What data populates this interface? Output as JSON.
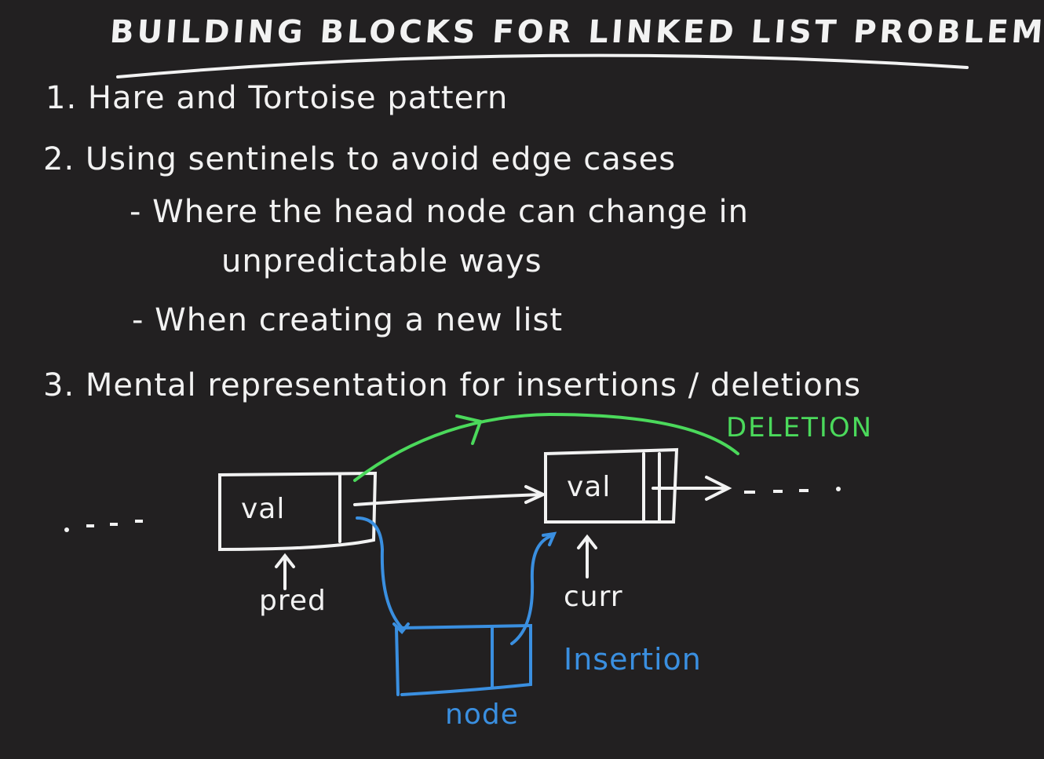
{
  "title": "BUILDING BLOCKS FOR LINKED LIST PROBLEMS",
  "items": [
    {
      "number": "1.",
      "text": "Hare and Tortoise pattern"
    },
    {
      "number": "2.",
      "text": "Using sentinels to avoid edge cases",
      "subitems": [
        "- Where the head node can change in",
        "unpredictable ways",
        "- When creating a new list"
      ]
    },
    {
      "number": "3.",
      "text": "Mental representation for insertions / deletions"
    }
  ],
  "diagram": {
    "nodes": {
      "pred_value": "val",
      "curr_value": "val"
    },
    "pointers": {
      "pred": "pred",
      "curr": "curr",
      "new_node": "node"
    },
    "labels": {
      "deletion": "DELETION",
      "insertion": "Insertion"
    },
    "ellipsis_left": ". . . .",
    "ellipsis_right": "- - - ."
  },
  "colors": {
    "background": "#222021",
    "chalk": "#f2f2f2",
    "deletion": "#4bd95b",
    "insertion": "#3a8fe0"
  }
}
